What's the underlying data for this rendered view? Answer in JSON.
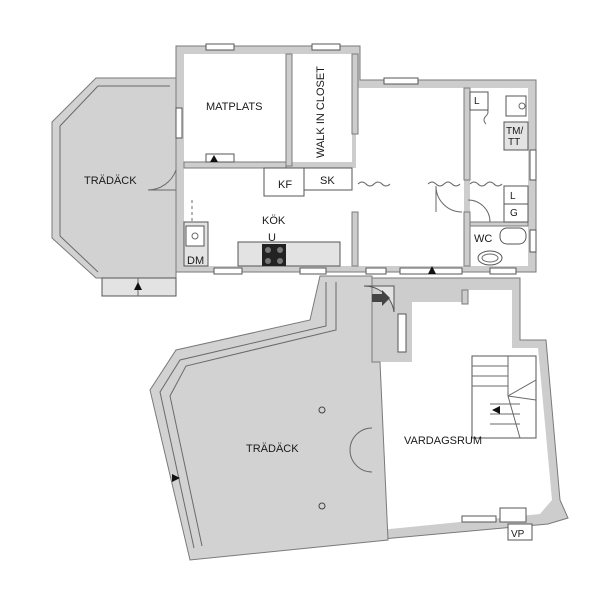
{
  "rooms": {
    "matplats": "MATPLATS",
    "walk_in_closet": "WALK IN CLOSET",
    "tradack_small": "TRÄDÄCK",
    "kok": "KÖK",
    "kf": "KF",
    "sk": "SK",
    "u": "U",
    "dm": "DM",
    "l_top": "L",
    "tm_tt_line1": "TM/",
    "tm_tt_line2": "TT",
    "l_mid": "L",
    "g": "G",
    "wc": "WC",
    "tradack_large": "TRÄDÄCK",
    "vardagsrum": "VARDAGSRUM",
    "vp": "VP"
  },
  "colors": {
    "wall": "#cdcdcd",
    "deck": "#d2d2d2",
    "line": "#555555"
  }
}
